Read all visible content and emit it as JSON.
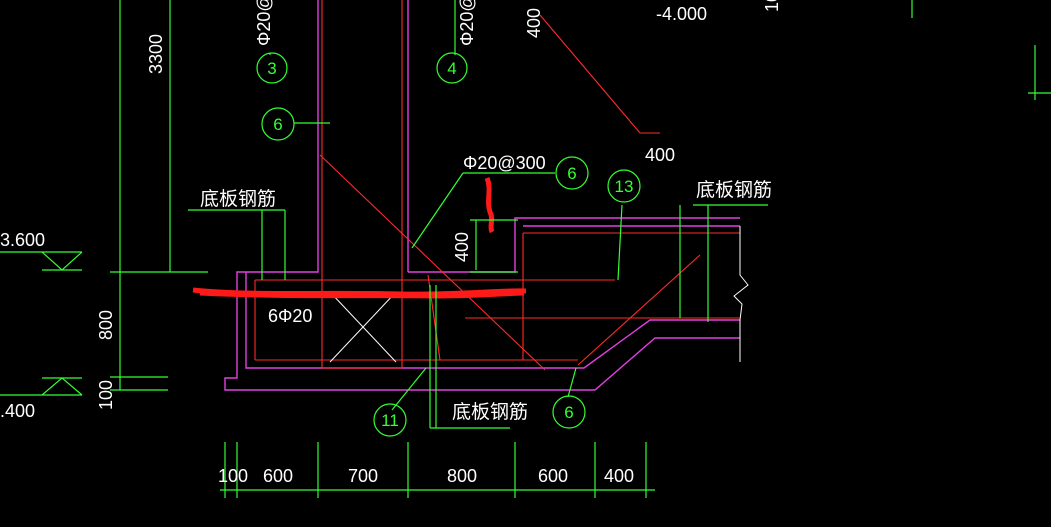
{
  "colors": {
    "background": "#000000",
    "dimension": "#33ff33",
    "concrete": "#e040e0",
    "rebar": "#ff2a2a",
    "text": "#ffffff",
    "markup": "#ff1a1a"
  },
  "labels": {
    "top_rebar_3": "Φ20@",
    "top_rebar_4": "Φ20@",
    "top_dim_400": "400",
    "level_top": "-4.000",
    "clipped_top_right": "10",
    "rebar_callout": "Φ20@300",
    "dim_400_right": "400",
    "dim_400_vertical": "400",
    "base_rebar_left": "底板钢筋",
    "base_rebar_right": "底板钢筋",
    "base_rebar_bottom": "底板钢筋",
    "stirrup": "6Φ20",
    "level_left_upper": "3.600",
    "level_left_lower": ".400",
    "dim_3300": "3300",
    "dim_800": "800",
    "dim_100_vertical": "100"
  },
  "bubbles": {
    "b3": "3",
    "b4": "4",
    "b6_left": "6",
    "b6_callout": "6",
    "b13": "13",
    "b11": "11",
    "b6_bottom": "6"
  },
  "bottom_dims": [
    "100",
    "600",
    "700",
    "800",
    "600",
    "400"
  ]
}
